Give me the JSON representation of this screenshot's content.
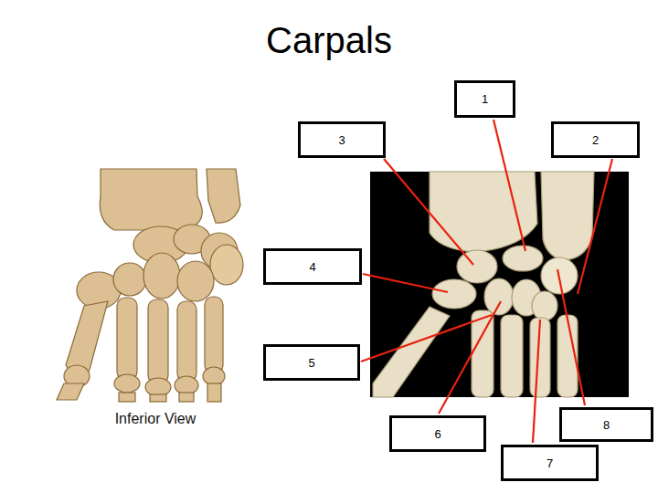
{
  "diagram": {
    "title": "Carpals",
    "caption": "Inferior View",
    "nodes": [
      {
        "text": [
          "1"
        ]
      },
      {
        "text": [
          "3"
        ]
      },
      {
        "text": [
          "2"
        ]
      },
      {
        "text": [
          "4"
        ]
      },
      {
        "text": [
          "5"
        ]
      },
      {
        "text": [
          "8"
        ]
      },
      {
        "text": [
          "6"
        ]
      },
      {
        "text": [
          "7"
        ]
      }
    ]
  }
}
